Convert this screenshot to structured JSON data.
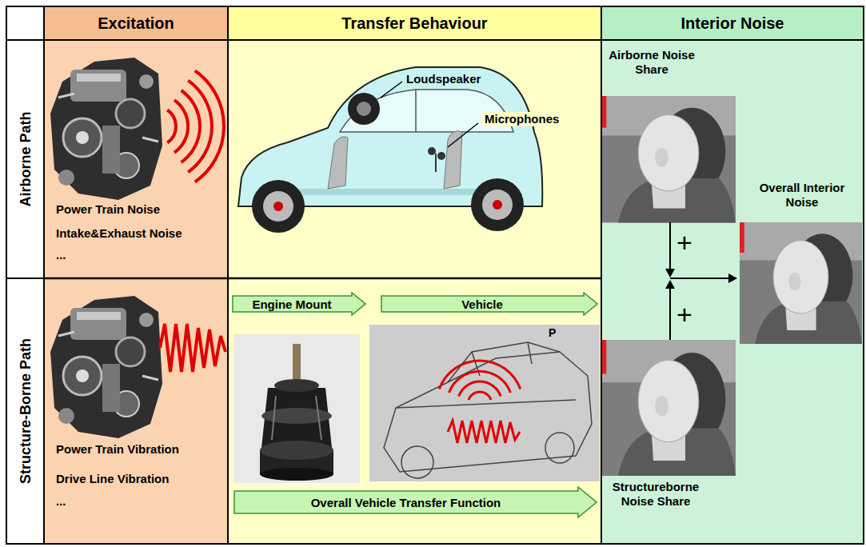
{
  "diagram": {
    "nodes": [
      {
        "text": [
          "Excitation"
        ]
      },
      {
        "text": [
          "Transfer Behaviour"
        ]
      },
      {
        "text": [
          "Interior Noise"
        ]
      },
      {
        "text": [
          "Airborne Path"
        ]
      },
      {
        "text": [
          "Structure-Borne Path"
        ]
      },
      {
        "text": [
          "Engine Mount"
        ]
      },
      {
        "text": [
          "Vehicle"
        ]
      },
      {
        "text": [
          "Overall Vehicle Transfer Function"
        ]
      }
    ],
    "labels": [
      "Power Train Noise",
      "Intake&Exhaust Noise",
      "...",
      "Loudspeaker",
      "Microphones",
      "Airborne Noise Share",
      "Overall Interior Noise",
      "+",
      "+",
      "Power Train Vibration",
      "Drive Line Vibration",
      "...",
      "P",
      "Structureborne Noise Share"
    ]
  }
}
